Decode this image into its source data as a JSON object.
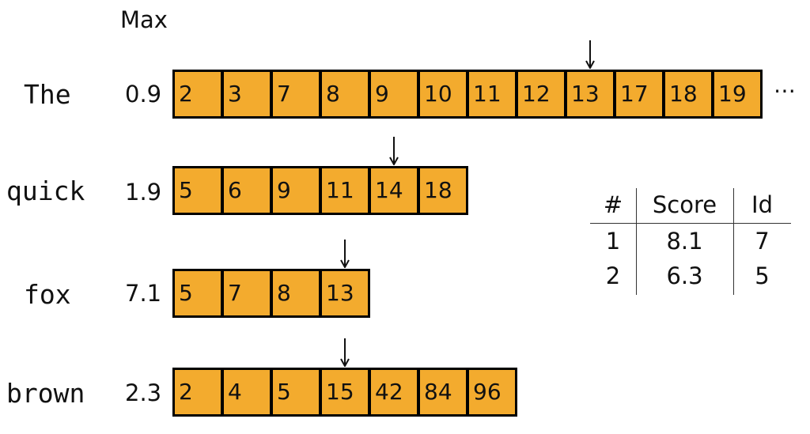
{
  "header": {
    "max_label": "Max"
  },
  "terms": [
    {
      "term": "The",
      "max": "0.9",
      "docs": [
        "2",
        "3",
        "7",
        "8",
        "9",
        "10",
        "11",
        "12",
        "13",
        "17",
        "18",
        "19"
      ],
      "pointer_index": 8
    },
    {
      "term": "quick",
      "max": "1.9",
      "docs": [
        "5",
        "6",
        "9",
        "11",
        "14",
        "18"
      ],
      "pointer_index": 4
    },
    {
      "term": "fox",
      "max": "7.1",
      "docs": [
        "5",
        "7",
        "8",
        "13"
      ],
      "pointer_index": 3
    },
    {
      "term": "brown",
      "max": "2.3",
      "docs": [
        "2",
        "4",
        "5",
        "15",
        "42",
        "84",
        "96"
      ],
      "pointer_index": 3
    }
  ],
  "ellipsis": "⋯",
  "results_table": {
    "headers": [
      "#",
      "Score",
      "Id"
    ],
    "rows": [
      [
        "1",
        "8.1",
        "7"
      ],
      [
        "2",
        "6.3",
        "5"
      ]
    ]
  },
  "colors": {
    "cell_fill": "#f3ab2e",
    "cell_border": "#000000"
  }
}
